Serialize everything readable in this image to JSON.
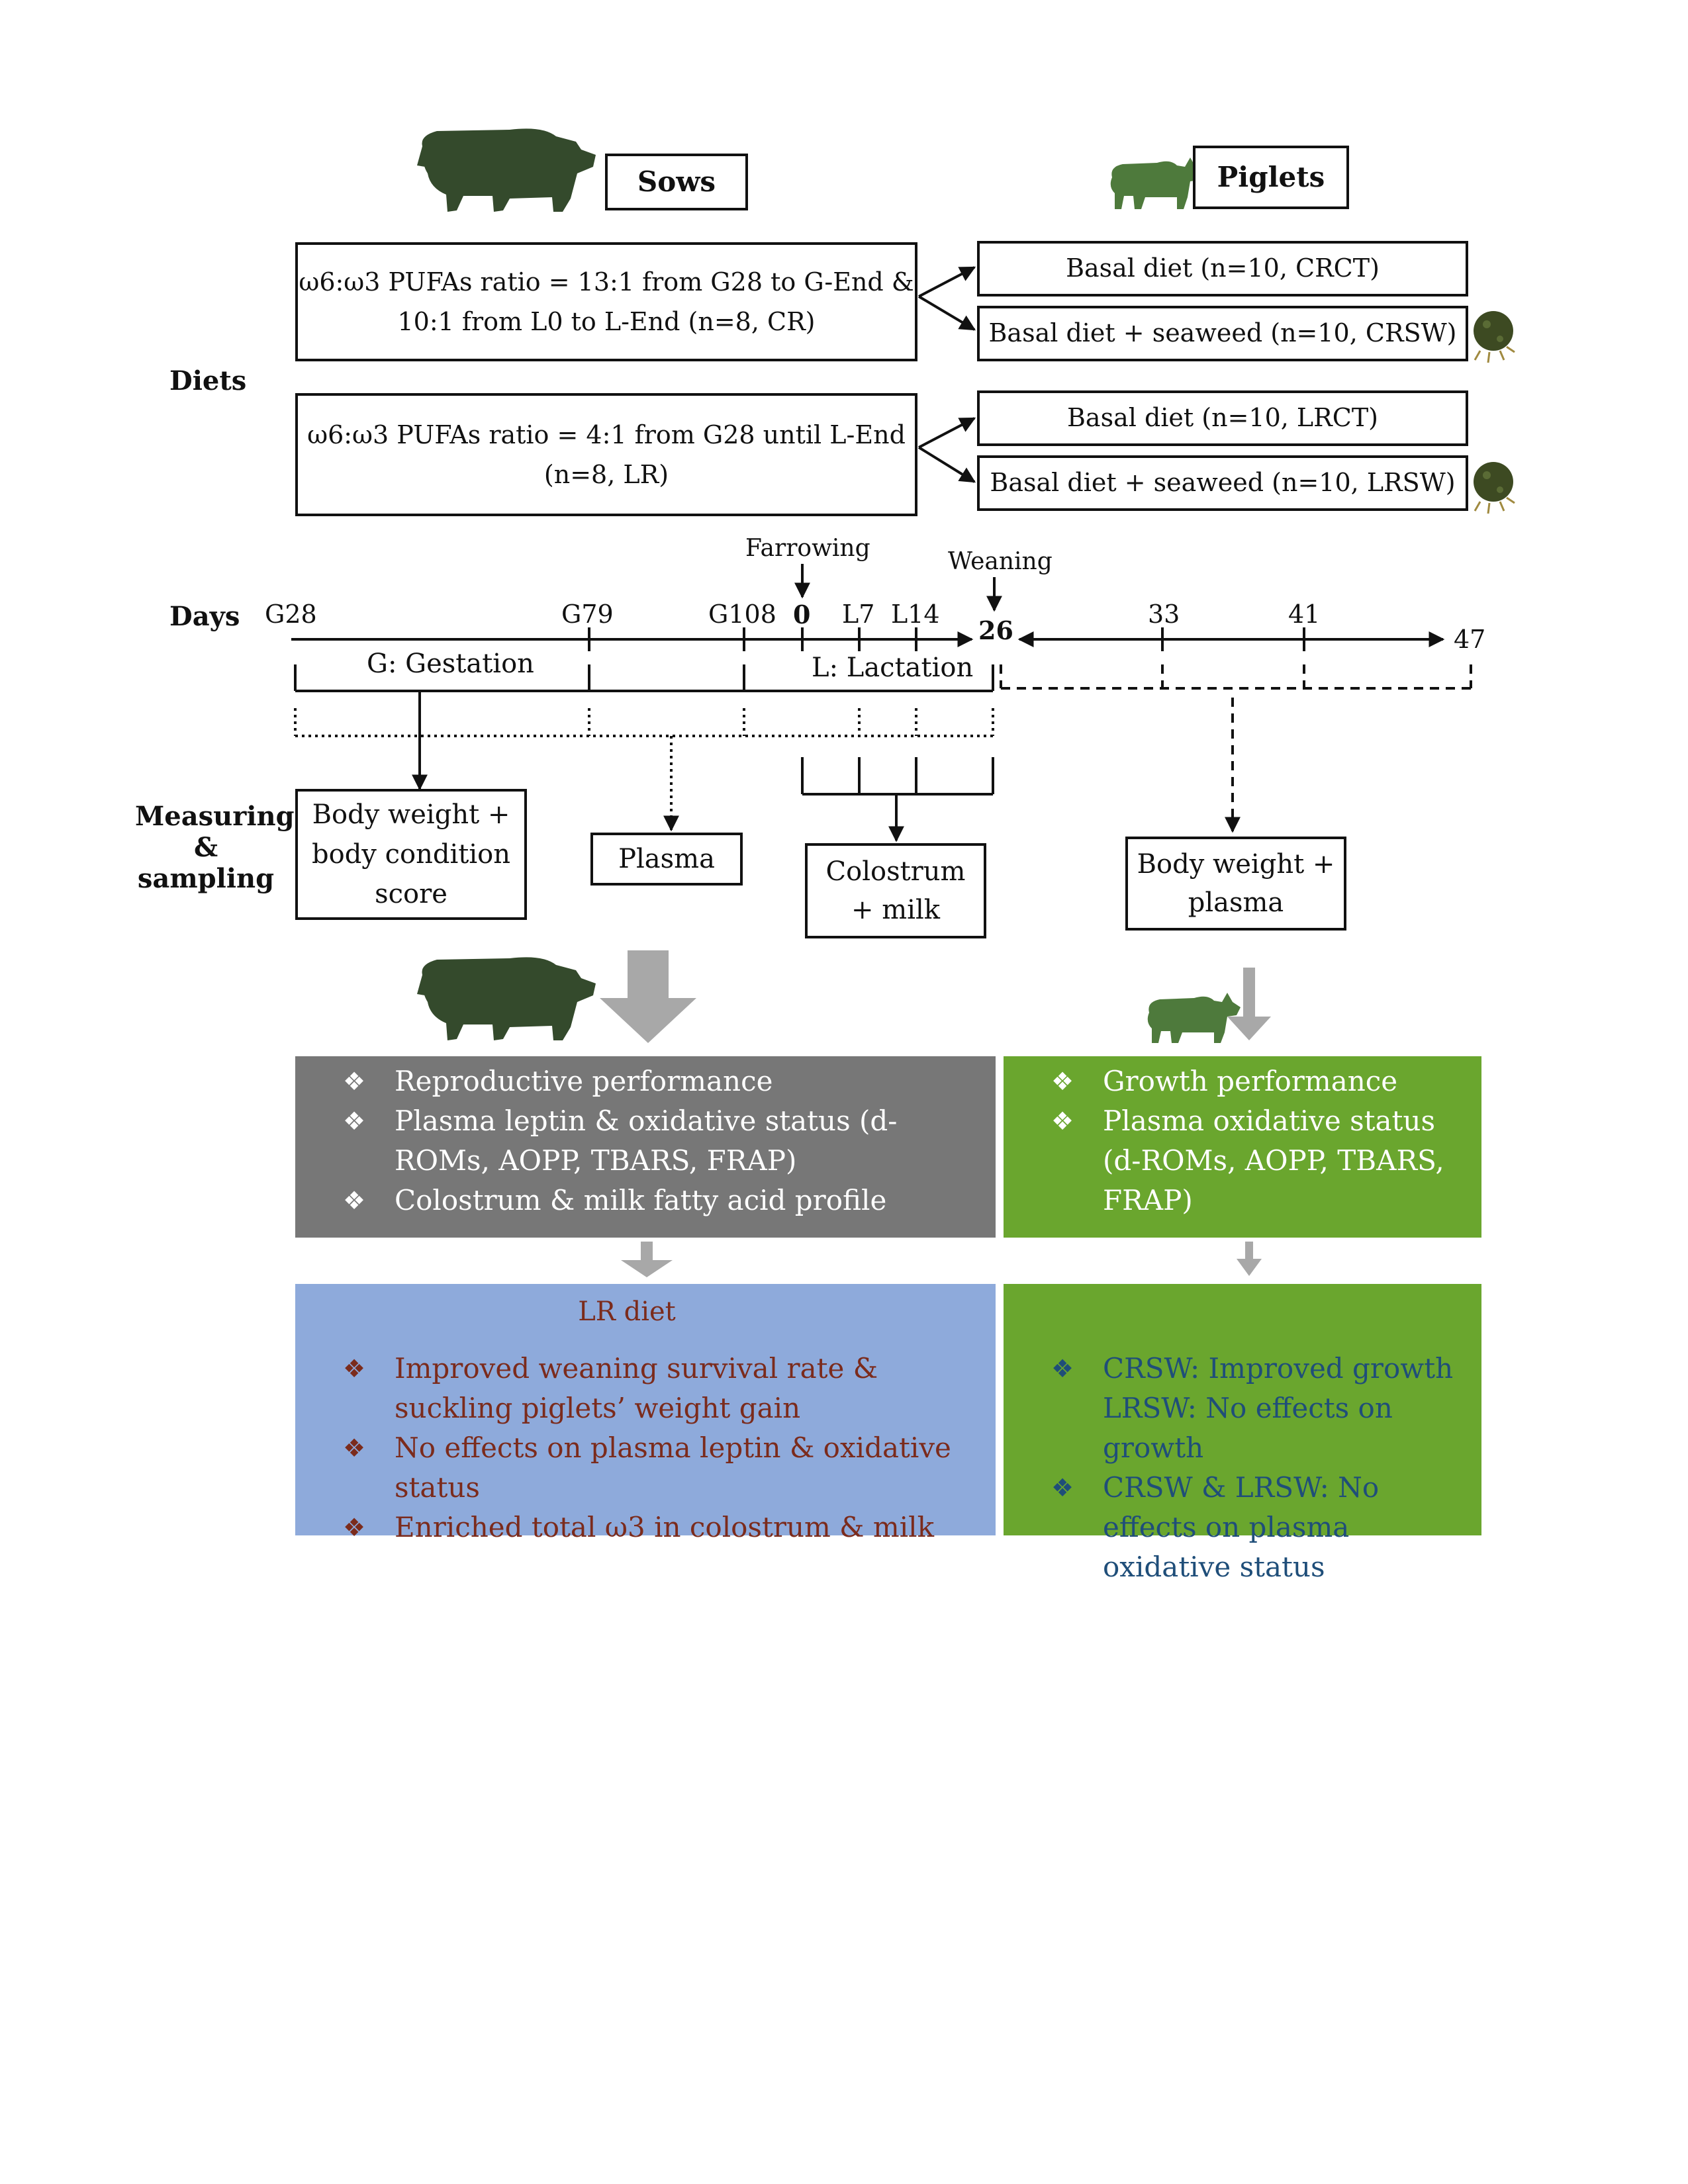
{
  "headers": {
    "sows": "Sows",
    "piglets": "Piglets"
  },
  "row_labels": {
    "diets": "Diets",
    "days": "Days",
    "measuring_line1": "Measuring",
    "measuring_line2": "& sampling"
  },
  "sow_diets": {
    "cr_line1": "ω6:ω3 PUFAs ratio = 13:1 from G28 to G-End &",
    "cr_line2": "10:1 from L0 to L-End (n=8, CR)",
    "lr_line1": "ω6:ω3 PUFAs ratio = 4:1 from G28 until L-End",
    "lr_line2": "(n=8, LR)"
  },
  "piglet_diets": {
    "crct": "Basal diet (n=10, CRCT)",
    "crsw": "Basal diet + seaweed (n=10, CRSW)",
    "lrct": "Basal diet (n=10, LRCT)",
    "lrsw": "Basal diet + seaweed (n=10, LRSW)"
  },
  "timeline": {
    "farrowing": "Farrowing",
    "weaning": "Weaning",
    "ticks": [
      "G28",
      "G79",
      "G108",
      "0",
      "L7",
      "L14",
      "26",
      "33",
      "41",
      "47"
    ],
    "gestation": "G: Gestation",
    "lactation": "L: Lactation"
  },
  "sampling": {
    "sow_bw_line1": "Body weight +",
    "sow_bw_line2": "body condition",
    "sow_bw_line3": "score",
    "plasma": "Plasma",
    "milk_line1": "Colostrum",
    "milk_line2": "+ milk",
    "piglet_bw_line1": "Body weight +",
    "piglet_bw_line2": "plasma"
  },
  "outcomes": {
    "sows": [
      "Reproductive performance",
      "Plasma leptin & oxidative status (d-ROMs, AOPP, TBARS, FRAP)",
      "Colostrum & milk fatty acid profile"
    ],
    "piglets": [
      "Growth performance",
      "Plasma oxidative status (d-ROMs, AOPP, TBARS, FRAP)"
    ]
  },
  "results": {
    "lr_title": "LR diet",
    "sows": [
      "Improved weaning survival rate & suckling piglets’ weight gain",
      "No effects on plasma leptin & oxidative status",
      "Enriched total ω3 in colostrum & milk"
    ],
    "piglets_1_line1": "CRSW: Improved growth",
    "piglets_1_line2": "LRSW: No effects on growth",
    "piglets_2": "CRSW & LRSW: No effects on plasma oxidative status"
  },
  "bullet_glyph": "❖",
  "colors": {
    "sow_panel": "#777777",
    "piglet_panel": "#6aa62e",
    "lr_panel": "#8eaadb",
    "lr_text": "#7b2b1c",
    "piglet_result_text": "#1f4e79",
    "animal_dark": "#344a2c",
    "animal_light": "#4e7a3c",
    "arrow_gray": "#a8a8a8",
    "seaweed": "#3d4a22"
  },
  "icons": [
    "sow-icon",
    "piglet-icon",
    "seaweed-icon",
    "gray-down-arrow-icon"
  ]
}
